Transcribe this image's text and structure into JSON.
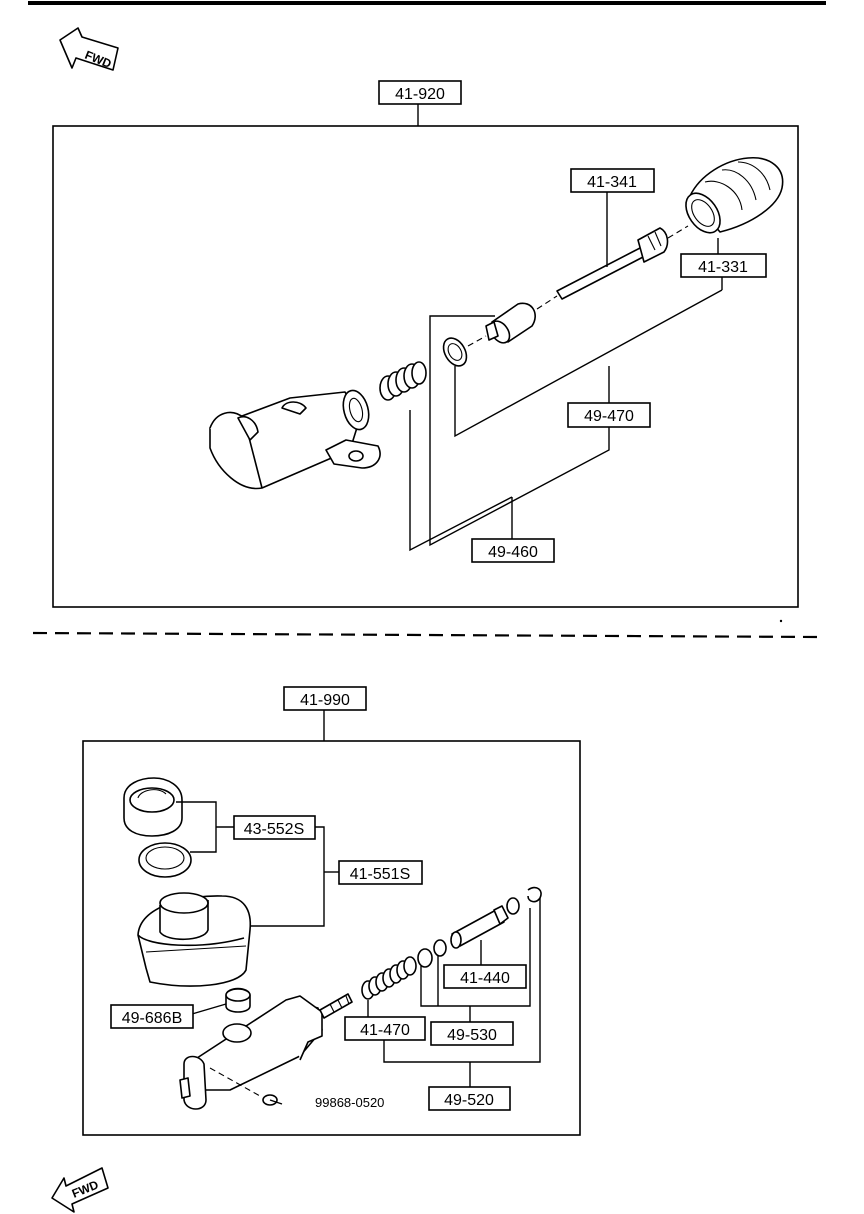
{
  "fwd_label": "FWD",
  "clutch_release_cylinder": {
    "assembly": "41-920",
    "parts": {
      "push_rod": "41-341",
      "boot": "41-331",
      "piston_cup_kit": "49-470",
      "repair_kit": "49-460"
    }
  },
  "clutch_master_cylinder": {
    "assembly": "41-990",
    "parts": {
      "reservoir_cap_seal": "43-552S",
      "reservoir": "41-551S",
      "bushing": "49-686B",
      "piston": "41-440",
      "spring": "41-470",
      "cup_kit": "49-530",
      "repair_kit": "49-520",
      "bolt": "99868-0520"
    }
  }
}
